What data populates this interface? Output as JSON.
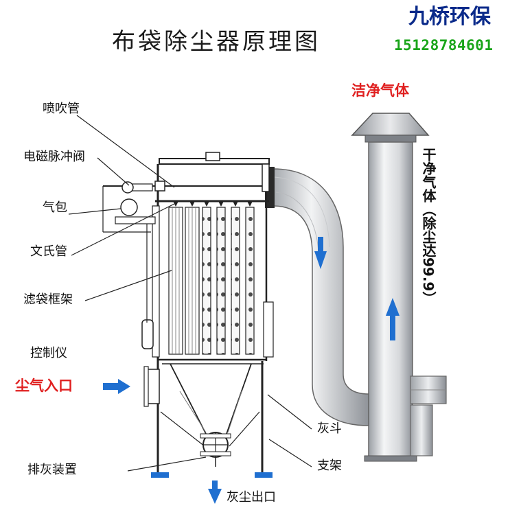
{
  "title": "布袋除尘器原理图",
  "brand": {
    "name": "九桥环保",
    "phone": "15128784601"
  },
  "labels": {
    "spray_pipe": "喷吹管",
    "pulse_valve": "电磁脉冲阀",
    "air_bag": "气包",
    "venturi": "文氏管",
    "bag_frame": "滤袋框架",
    "controller": "控制仪",
    "dust_inlet": "尘气入口",
    "ash_hopper": "灰斗",
    "support": "支架",
    "ash_discharge": "排灰装置",
    "dust_outlet": "灰尘出口",
    "clean_gas": "洁净气体",
    "clean_gas_vertical": "干净气体",
    "efficiency": "（除尘达99.9）"
  },
  "colors": {
    "arrow_blue": "#1f6fd0",
    "label_red": "#e02020",
    "brand_blue": "#0a2a8a",
    "phone_green": "#1aa51a"
  },
  "icons": [
    "arrow-right-icon",
    "arrow-down-icon",
    "arrow-up-icon"
  ]
}
